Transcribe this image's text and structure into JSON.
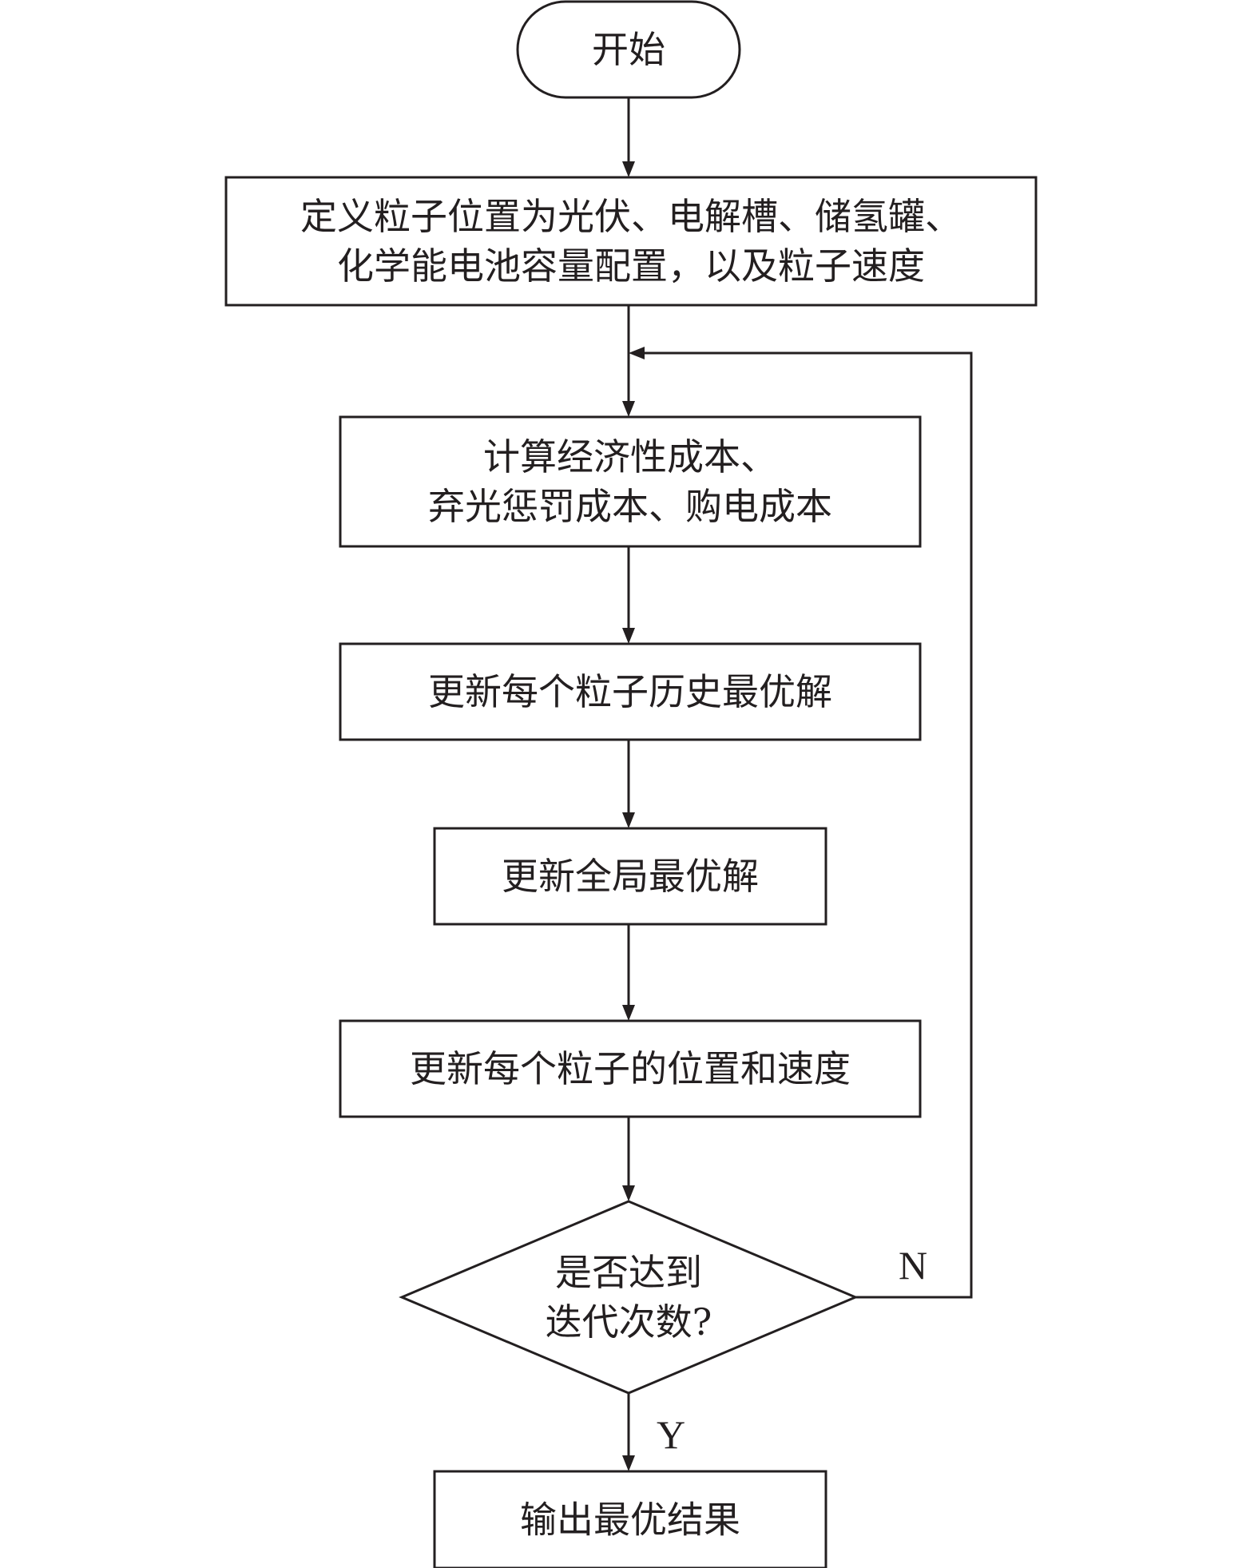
{
  "flowchart": {
    "nodes": [
      {
        "id": "start",
        "shape": "terminator",
        "lines": [
          "开始"
        ]
      },
      {
        "id": "define",
        "shape": "process",
        "lines": [
          "定义粒子位置为光伏、电解槽、储氢罐、",
          "化学能电池容量配置，以及粒子速度"
        ]
      },
      {
        "id": "compute",
        "shape": "process",
        "lines": [
          "计算经济性成本、",
          "弃光惩罚成本、购电成本"
        ]
      },
      {
        "id": "update-personal",
        "shape": "process",
        "lines": [
          "更新每个粒子历史最优解"
        ]
      },
      {
        "id": "update-global",
        "shape": "process",
        "lines": [
          "更新全局最优解"
        ]
      },
      {
        "id": "update-pos",
        "shape": "process",
        "lines": [
          "更新每个粒子的位置和速度"
        ]
      },
      {
        "id": "check",
        "shape": "decision",
        "lines": [
          "是否达到",
          "迭代次数?"
        ]
      },
      {
        "id": "output",
        "shape": "process",
        "lines": [
          "输出最优结果"
        ]
      }
    ],
    "edges": [
      {
        "from": "start",
        "to": "define",
        "label": ""
      },
      {
        "from": "define",
        "to": "compute",
        "label": ""
      },
      {
        "from": "compute",
        "to": "update-personal",
        "label": ""
      },
      {
        "from": "update-personal",
        "to": "update-global",
        "label": ""
      },
      {
        "from": "update-global",
        "to": "update-pos",
        "label": ""
      },
      {
        "from": "update-pos",
        "to": "check",
        "label": ""
      },
      {
        "from": "check",
        "to": "compute",
        "label": "N"
      },
      {
        "from": "check",
        "to": "output",
        "label": "Y"
      }
    ]
  }
}
